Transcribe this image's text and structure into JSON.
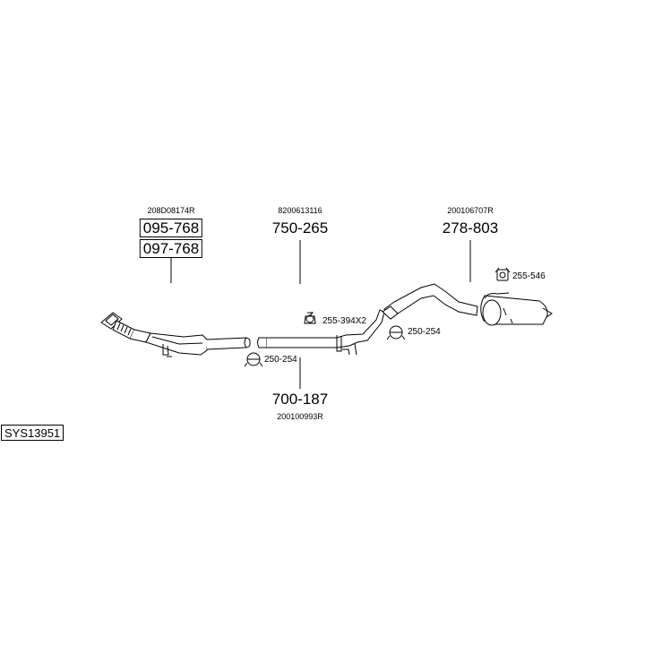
{
  "system_id": "SYS13951",
  "parts": {
    "front_pipe": {
      "oe_number": "208D08174R",
      "part_numbers": [
        "095-768",
        "097-768"
      ]
    },
    "middle_pipe_a": {
      "oe_number": "8200613116",
      "part_number": "750-265"
    },
    "middle_pipe_b": {
      "oe_number": "200100993R",
      "part_number": "700-187"
    },
    "rear_silencer": {
      "oe_number": "200106707R",
      "part_number": "278-803"
    }
  },
  "accessories": {
    "clamp_left": "250-254",
    "rubber_mount_mid": "255-394X2",
    "clamp_right": "250-254",
    "rubber_mount_rear": "255-546"
  },
  "icons": {
    "clamp": "clamp-icon",
    "rubber_mount": "rubber-mount-icon"
  }
}
